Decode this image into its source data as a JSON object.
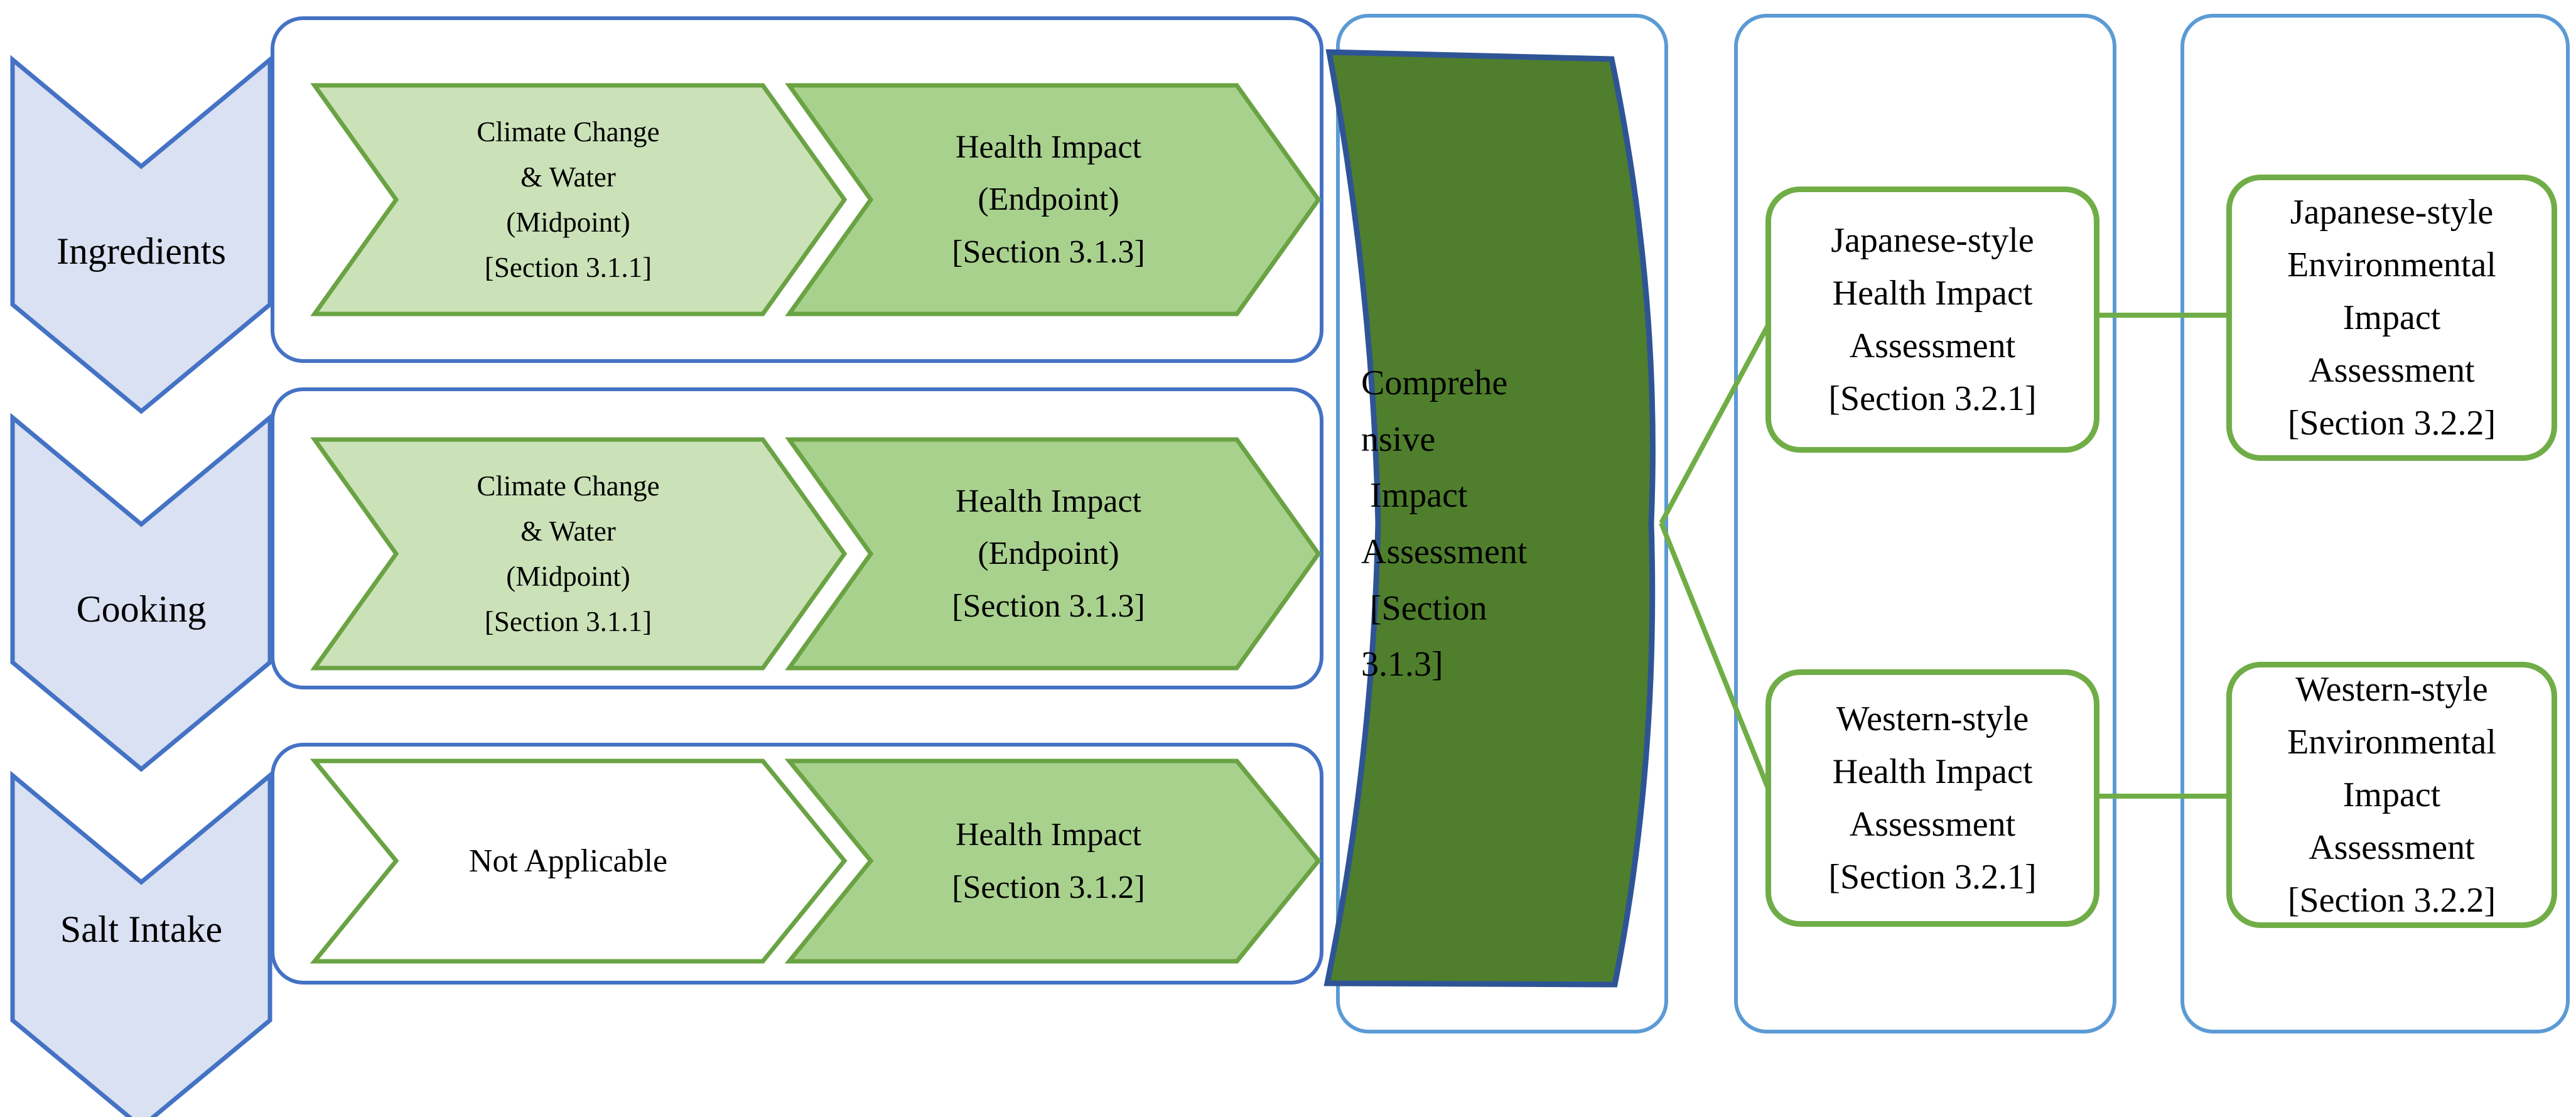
{
  "stages": [
    {
      "label": "Ingredients"
    },
    {
      "label": "Cooking"
    },
    {
      "label": "Salt Intake"
    }
  ],
  "rows": [
    {
      "midpoint": "Climate Change\n& Water\n(Midpoint)\n[Section 3.1.1]",
      "endpoint": "Health Impact\n(Endpoint)\n[Section 3.1.3]"
    },
    {
      "midpoint": "Climate Change\n& Water\n(Midpoint)\n[Section 3.1.1]",
      "endpoint": "Health Impact\n(Endpoint)\n[Section 3.1.3]"
    },
    {
      "midpoint": "Not Applicable",
      "endpoint": "Health Impact\n[Section 3.1.2]"
    }
  ],
  "comprehensive": {
    "label": "Comprehe\nnsive\n Impact\nAssessment\n [Section\n3.1.3]"
  },
  "assessments": {
    "japanese_health": {
      "label": "Japanese-style\nHealth Impact\nAssessment\n[Section 3.2.1]"
    },
    "western_health": {
      "label": "Western-style\nHealth Impact\nAssessment\n[Section 3.2.1]"
    },
    "japanese_environmental": {
      "label": "Japanese-style\nEnvironmental\nImpact\nAssessment\n[Section 3.2.2]"
    },
    "western_environmental": {
      "label": "Western-style\nEnvironmental\nImpact\nAssessment\n[Section 3.2.2]"
    }
  },
  "colors": {
    "stage_fill": "#D9E1F2",
    "stage_border": "#4472C4",
    "row_container_border": "#4472C4",
    "column_panel_border": "#5B9BD5",
    "midpoint_arrow_fill": "#CBE2B8",
    "endpoint_arrow_fill": "#A9D18E",
    "not_applicable_fill": "#FFFFFF",
    "arrow_border": "#6AA343",
    "comprehensive_fill": "#4F7E2D",
    "comprehensive_border": "#2F5496",
    "result_box_border": "#70AD47",
    "connector": "#70AD47",
    "text": "#000000"
  }
}
